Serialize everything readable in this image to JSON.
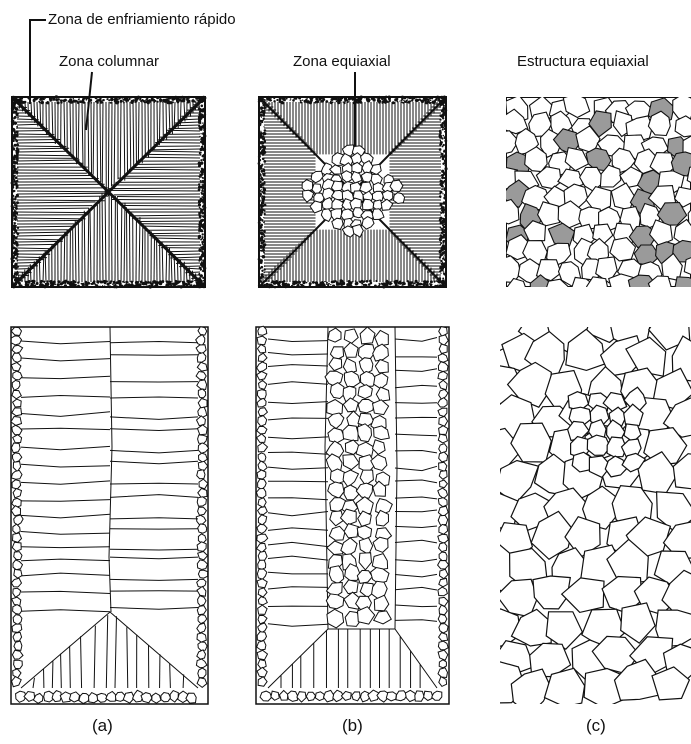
{
  "labels": {
    "chill_zone": "Zona de enfriamiento rápido",
    "columnar_zone": "Zona columnar",
    "equiaxed_zone": "Zona equiaxial",
    "equiaxed_structure": "Estructura equiaxial"
  },
  "captions": [
    "(a)",
    "(b)",
    "(c)"
  ],
  "colors": {
    "ink": "#111111",
    "hatch": "#8a8a8a",
    "paper": "#ffffff"
  }
}
